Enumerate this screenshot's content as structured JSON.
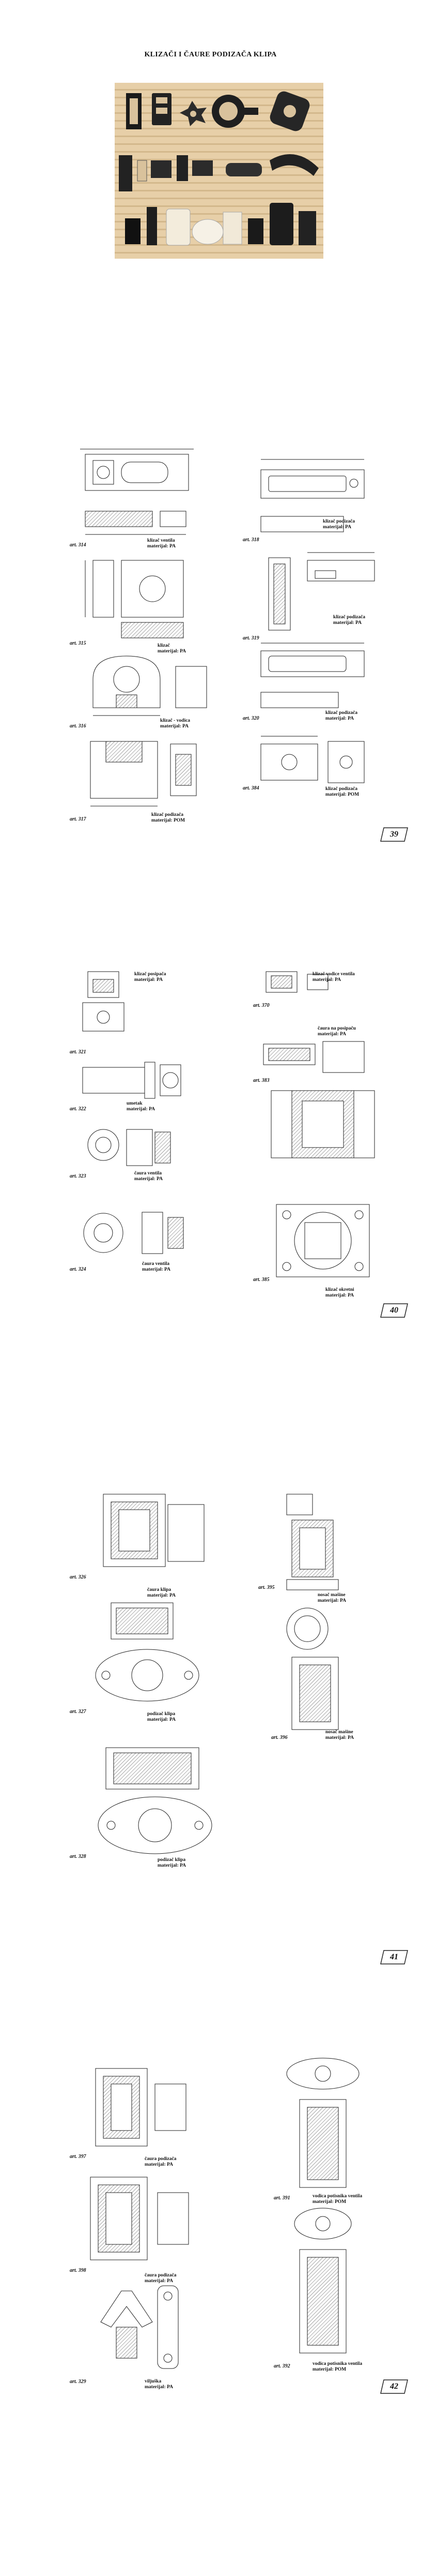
{
  "document": {
    "title": "KLIZAČI I ČAURE PODIZAČA KLIPA"
  },
  "pages": [
    {
      "number": "39",
      "items": [
        {
          "art": "art. 314",
          "lines": [
            "klizač ventila",
            "materijal: PA"
          ]
        },
        {
          "art": "art. 315",
          "lines": [
            "klizač",
            "materijal: PA"
          ]
        },
        {
          "art": "art. 316",
          "lines": [
            "klizač - vodica",
            "materijal: PA"
          ]
        },
        {
          "art": "art. 317",
          "lines": [
            "klizač podizača",
            "materijal: POM"
          ]
        },
        {
          "art": "art. 318",
          "lines": [
            "klizač podizača",
            "materijal: PA"
          ]
        },
        {
          "art": "art. 319",
          "lines": [
            "klizač podizača",
            "materijal: PA"
          ]
        },
        {
          "art": "art. 320",
          "lines": [
            "klizač podizača",
            "materijal: PA"
          ]
        },
        {
          "art": "art. 384",
          "lines": [
            "klizač podizača",
            "materijal: POM"
          ]
        }
      ]
    },
    {
      "number": "40",
      "items": [
        {
          "art": "art. 321",
          "lines": [
            "klizač posipača",
            "materijal: PA"
          ]
        },
        {
          "art": "art. 322",
          "lines": [
            "umetak",
            "materijal: PA"
          ]
        },
        {
          "art": "art. 323",
          "lines": [
            "čaura ventila",
            "materijal: PA"
          ]
        },
        {
          "art": "art. 324",
          "lines": [
            "čaura ventila",
            "materijal: PA"
          ]
        },
        {
          "art": "art. 370",
          "lines": [
            "klizač vodice ventila",
            "materijal: PA"
          ]
        },
        {
          "art": "art. 383",
          "lines": [
            "čaura na posipaču",
            "materijal: PA"
          ]
        },
        {
          "art": "art. 385",
          "lines": [
            "klizač okretni",
            "materijal: PA"
          ]
        }
      ]
    },
    {
      "number": "41",
      "items": [
        {
          "art": "art. 326",
          "lines": [
            "čaura klipa",
            "materijal: PA"
          ]
        },
        {
          "art": "art. 327",
          "lines": [
            "podizač klipa",
            "materijal: PA"
          ]
        },
        {
          "art": "art. 328",
          "lines": [
            "podizač klipa",
            "materijal: PA"
          ]
        },
        {
          "art": "art. 395",
          "lines": [
            "nosač mašine",
            "materijal: PA"
          ]
        },
        {
          "art": "art. 396",
          "lines": [
            "nosač mašine",
            "materijal: PA"
          ]
        }
      ]
    },
    {
      "number": "42",
      "items": [
        {
          "art": "art. 397",
          "lines": [
            "čaura podizača",
            "materijal: PA"
          ]
        },
        {
          "art": "art. 398",
          "lines": [
            "čaura podizača",
            "materijal: PA"
          ]
        },
        {
          "art": "art. 329",
          "lines": [
            "viljuška",
            "materijal: PA"
          ]
        },
        {
          "art": "art. 391",
          "lines": [
            "vodica potisnika ventila",
            "materijal: POM"
          ]
        },
        {
          "art": "art. 392",
          "lines": [
            "vodica potisnika ventila",
            "materijal: POM"
          ]
        }
      ]
    }
  ],
  "colors": {
    "photo_wall": "#e7cfa8",
    "drawing_line": "#222222",
    "hatch": "#555555"
  }
}
